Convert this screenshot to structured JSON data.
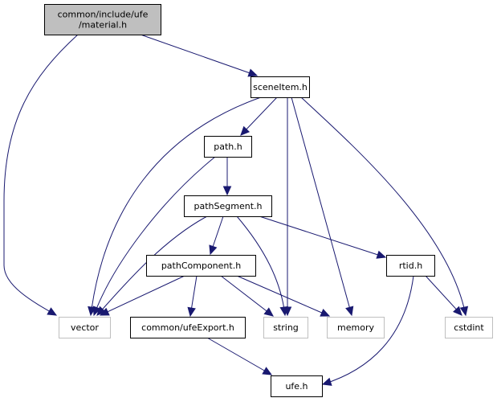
{
  "diagram": {
    "type": "include-dependency-graph",
    "nodes": [
      {
        "id": "material",
        "lines": [
          "common/include/ufe",
          "/material.h"
        ],
        "kind": "main"
      },
      {
        "id": "sceneItem",
        "lines": [
          "sceneItem.h"
        ],
        "kind": "internal"
      },
      {
        "id": "path",
        "lines": [
          "path.h"
        ],
        "kind": "internal"
      },
      {
        "id": "pathSegment",
        "lines": [
          "pathSegment.h"
        ],
        "kind": "internal"
      },
      {
        "id": "pathComponent",
        "lines": [
          "pathComponent.h"
        ],
        "kind": "internal"
      },
      {
        "id": "rtid",
        "lines": [
          "rtid.h"
        ],
        "kind": "internal"
      },
      {
        "id": "vector",
        "lines": [
          "vector"
        ],
        "kind": "external"
      },
      {
        "id": "ufeExport",
        "lines": [
          "common/ufeExport.h"
        ],
        "kind": "internal"
      },
      {
        "id": "string",
        "lines": [
          "string"
        ],
        "kind": "external"
      },
      {
        "id": "memory",
        "lines": [
          "memory"
        ],
        "kind": "external"
      },
      {
        "id": "cstdint",
        "lines": [
          "cstdint"
        ],
        "kind": "external"
      },
      {
        "id": "ufe",
        "lines": [
          "ufe.h"
        ],
        "kind": "internal"
      }
    ],
    "edges": [
      {
        "from": "material",
        "to": "vector"
      },
      {
        "from": "material",
        "to": "sceneItem"
      },
      {
        "from": "sceneItem",
        "to": "vector"
      },
      {
        "from": "sceneItem",
        "to": "path"
      },
      {
        "from": "sceneItem",
        "to": "string"
      },
      {
        "from": "sceneItem",
        "to": "memory"
      },
      {
        "from": "sceneItem",
        "to": "cstdint"
      },
      {
        "from": "path",
        "to": "vector"
      },
      {
        "from": "path",
        "to": "pathSegment"
      },
      {
        "from": "pathSegment",
        "to": "vector"
      },
      {
        "from": "pathSegment",
        "to": "pathComponent"
      },
      {
        "from": "pathSegment",
        "to": "string"
      },
      {
        "from": "pathSegment",
        "to": "rtid"
      },
      {
        "from": "pathComponent",
        "to": "vector"
      },
      {
        "from": "pathComponent",
        "to": "ufeExport"
      },
      {
        "from": "pathComponent",
        "to": "string"
      },
      {
        "from": "pathComponent",
        "to": "memory"
      },
      {
        "from": "rtid",
        "to": "cstdint"
      },
      {
        "from": "rtid",
        "to": "ufe"
      },
      {
        "from": "ufeExport",
        "to": "ufe"
      }
    ],
    "colors": {
      "edge": "#191970",
      "main_fill": "#bfbfbf",
      "internal_border": "#000000",
      "external_border": "#bfbfbf"
    }
  }
}
